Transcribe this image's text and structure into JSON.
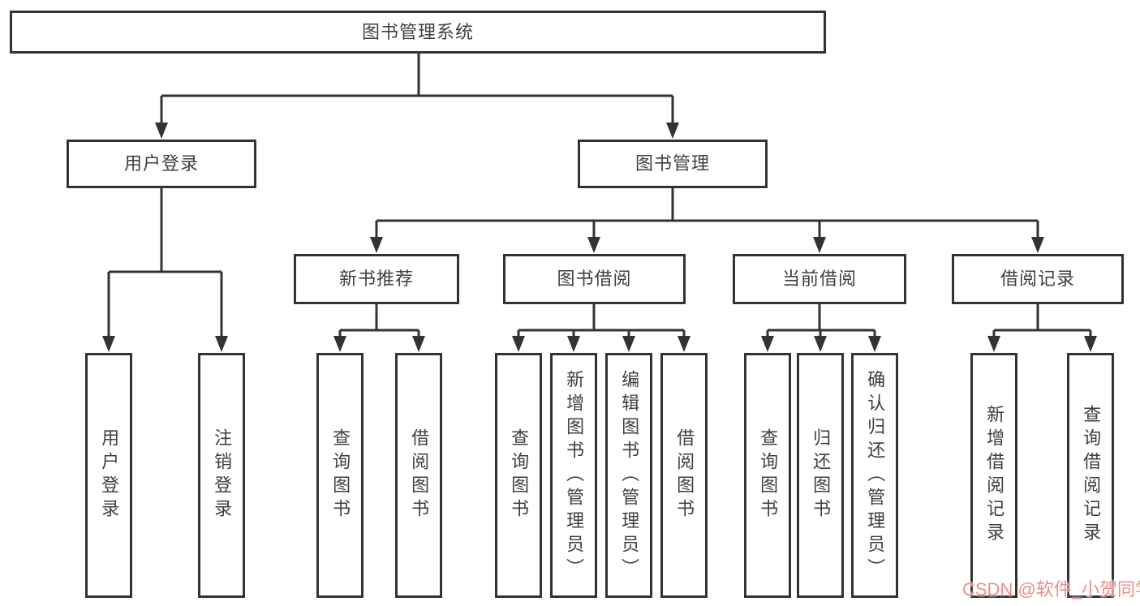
{
  "nodes": {
    "root": "图书管理系统",
    "level2": [
      "用户登录",
      "图书管理"
    ],
    "level3": [
      "新书推荐",
      "图书借阅",
      "当前借阅",
      "借阅记录"
    ],
    "level4": [
      "用户登录",
      "注销登录",
      "查询图书",
      "借阅图书",
      "查询图书",
      "新增图书（管理员）",
      "编辑图书（管理员）",
      "借阅图书",
      "查询图书",
      "归还图书",
      "确认归还（管理员）",
      "新增借阅记录",
      "查询借阅记录"
    ]
  },
  "watermark": "CSDN @软件_小贺同学",
  "colors": {
    "line": "#333333",
    "text": "#3f3f3f",
    "background": "#ffffff",
    "watermark": "#ee8d8d"
  }
}
